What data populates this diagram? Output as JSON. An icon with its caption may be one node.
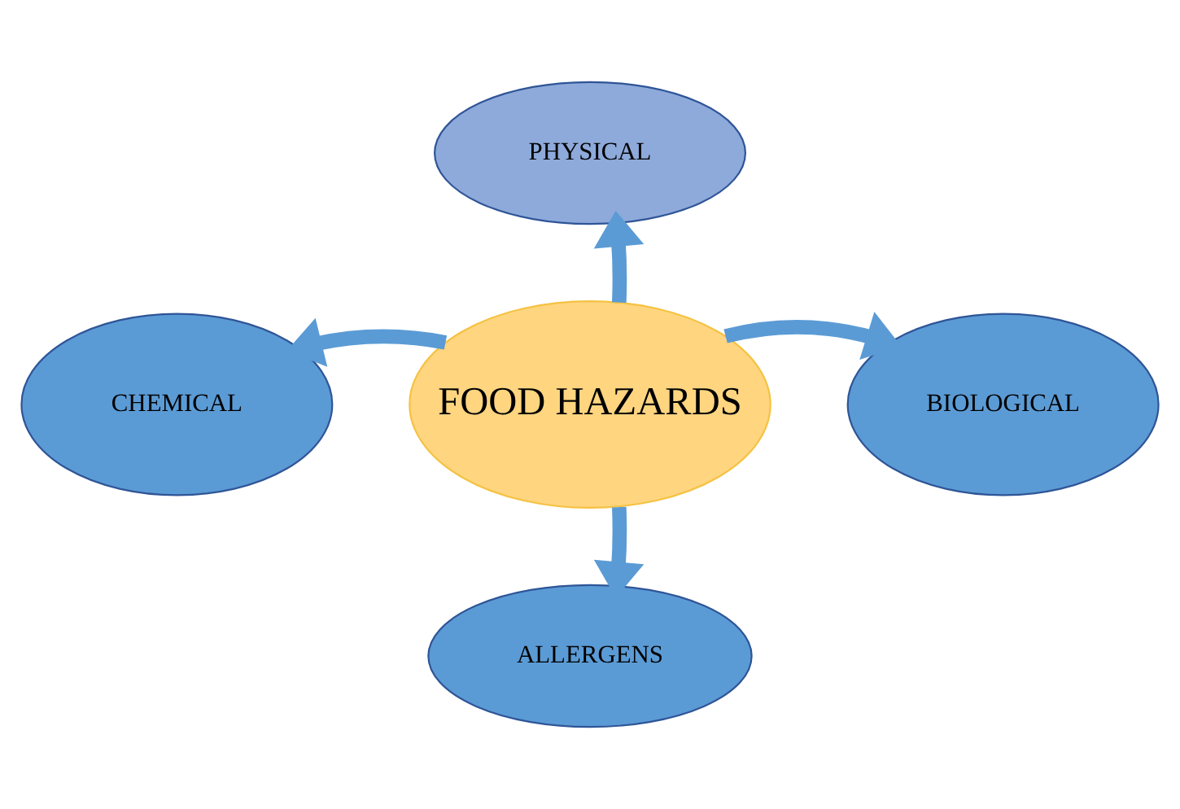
{
  "diagram": {
    "nodes": [
      {
        "text": [
          "FOOD HAZARDS"
        ]
      },
      {
        "text": [
          "PHYSICAL"
        ]
      },
      {
        "text": [
          "CHEMICAL"
        ]
      },
      {
        "text": [
          "BIOLOGICAL"
        ]
      },
      {
        "text": [
          "ALLERGENS"
        ]
      }
    ],
    "edges": [
      {
        "from": 0,
        "to": 1,
        "arrow": "to"
      },
      {
        "from": 0,
        "to": 2,
        "arrow": "to"
      },
      {
        "from": 0,
        "to": 3,
        "arrow": "to"
      },
      {
        "from": 0,
        "to": 4,
        "arrow": "to"
      }
    ]
  }
}
